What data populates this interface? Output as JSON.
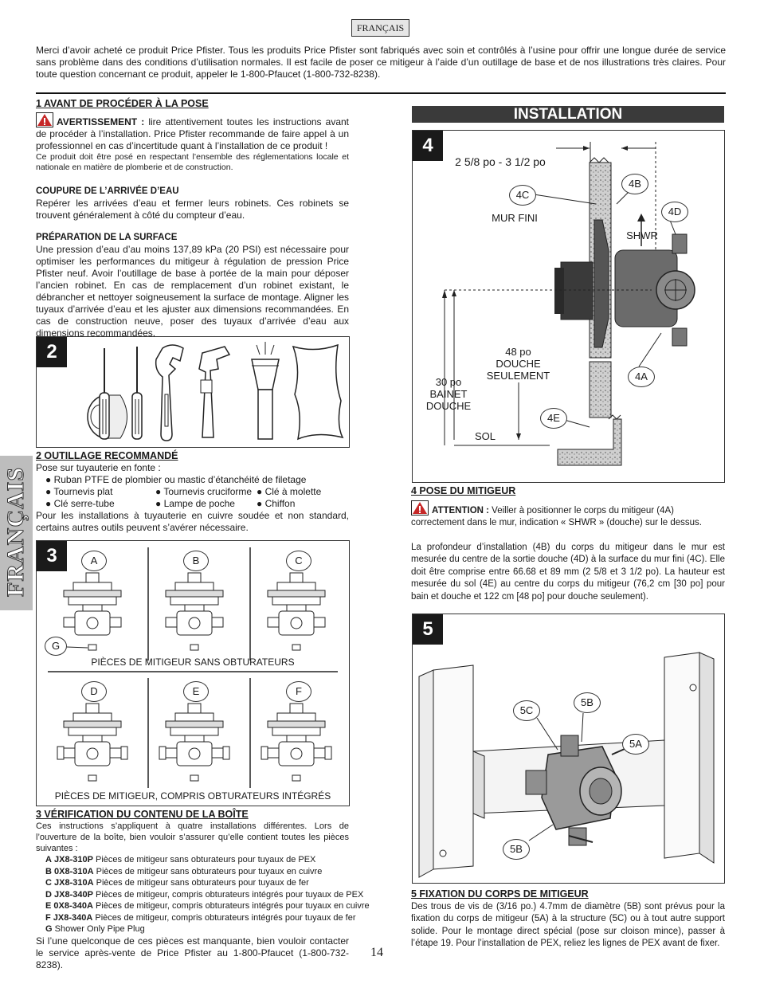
{
  "header": {
    "lang_tab": "FRANÇAIS",
    "intro": "Merci d’avoir acheté ce produit Price Pfister. Tous les produits Price Pfister sont fabriqués avec soin et contrôlés à l’usine pour offrir une longue durée de service sans problème dans des conditions d’utilisation normales. Il est facile de poser ce mitigeur à l’aide d’un outillage de base et de nos illustrations très claires. Pour toute question concernant ce produit, appeler le 1-800-Pfaucet (1-800-732-8238)."
  },
  "sidebar": {
    "label": "FRANÇAIS"
  },
  "section1": {
    "title": "1  AVANT DE PROCÉDER À LA POSE",
    "warning_label": "AVERTISSEMENT :",
    "warning_text": " lire attentivement toutes les instructions avant de procéder à l’installation. Price Pfister recommande de faire appel à un professionnel en cas d’incertitude quant à l’installation de ce produit !",
    "note": "Ce produit doit être posé en respectant l’ensemble des réglementations locale et nationale en matière de plomberie et de construction.",
    "water_title": "COUPURE DE L’ARRIVÉE D’EAU",
    "water_text": "Repérer les arrivées d’eau et fermer leurs robinets. Ces robinets se trouvent généralement à côté du compteur d’eau.",
    "surface_title": "PRÉPARATION DE LA SURFACE",
    "surface_text": "Une pression d’eau d’au moins 137,89 kPa (20 PSI) est nécessaire pour optimiser les performances du mitigeur à régulation de pression Price Pfister neuf. Avoir l’outillage de base à portée de la main pour déposer l’ancien robinet. En cas de remplacement d’un robinet existant, le débrancher et nettoyer soigneusement la surface de montage. Aligner les tuyaux d’arrivée d’eau et les ajuster aux dimensions recommandées. En cas de construction neuve, poser des tuyaux d’arrivée d’eau aux dimensions recommandées."
  },
  "fig2": {
    "number": "2"
  },
  "section2": {
    "title": "2  OUTILLAGE RECOMMANDÉ",
    "intro": "Pose sur tuyauterie en fonte :",
    "tool1": "● Ruban PTFE de plombier ou mastic d’étanchéité de filetage",
    "tool2": "● Tournevis plat",
    "tool3": "● Tournevis cruciforme",
    "tool4": "● Clé  à molette",
    "tool5": "● Clé serre-tube",
    "tool6": "● Lampe de poche",
    "tool7": "● Chiffon",
    "outro": "Pour les installations à tuyauterie en cuivre soudée et non standard, certains autres outils peuvent s’avérer nécessaire."
  },
  "fig3": {
    "number": "3",
    "labels": [
      "A",
      "B",
      "C",
      "D",
      "E",
      "F",
      "G"
    ],
    "caption_top": "PIÈCES DE MITIGEUR SANS OBTURATEURS",
    "caption_bottom": "PIÈCES DE MITIGEUR, COMPRIS OBTURATEURS INTÉGRÉS"
  },
  "section3": {
    "title": "3  VÉRIFICATION DU CONTENU DE LA BOÎTE",
    "intro": "Ces instructions s’appliquent à quatre installations différentes. Lors de l’ouverture de la boîte, bien vouloir s’assurer qu’elle contient toutes les pièces suivantes :",
    "items": [
      {
        "letter": "A",
        "code": "JX8-310P",
        "desc": " Pièces de mitigeur sans obturateurs pour tuyaux de PEX"
      },
      {
        "letter": "B",
        "code": "0X8-310A",
        "desc": " Pièces de mitigeur sans obturateurs pour tuyaux en cuivre"
      },
      {
        "letter": "C",
        "code": "JX8-310A",
        "desc": " Pièces de mitigeur sans obturateurs pour tuyaux de fer"
      },
      {
        "letter": "D",
        "code": "JX8-340P",
        "desc": " Pièces de mitigeur, compris obturateurs intégrés pour tuyaux de PEX"
      },
      {
        "letter": "E",
        "code": "0X8-340A",
        "desc": " Pièces de mitigeur, compris obturateurs intégrés pour tuyaux en cuivre"
      },
      {
        "letter": "F",
        "code": "JX8-340A",
        "desc": " Pièces de mitigeur, compris obturateurs intégrés pour tuyaux de fer"
      },
      {
        "letter": "G",
        "code": "",
        "desc": " Shower Only Pipe Plug"
      }
    ],
    "outro": "Si l’une quelconque de ces pièces est manquante, bien vouloir contacter le service après-vente de Price Pfister au 1-800-Pfaucet (1-800-732-8238)."
  },
  "installation": {
    "title": "INSTALLATION"
  },
  "fig4": {
    "number": "4",
    "depth": "2 5/8 po - 3 1/2 po",
    "wall_label": "MUR FINI",
    "shwr_label": "SHWR",
    "shower_height": "48 po\nDOUCHE\nSEULEMENT",
    "tub_height": "30 po\nBAINET\nDOUCHE",
    "floor_label": "SOL",
    "callouts": [
      "4A",
      "4B",
      "4C",
      "4D",
      "4E"
    ]
  },
  "section4": {
    "title": "4  POSE DU MITIGEUR",
    "attention_label": "ATTENTION :",
    "attention_text": " Veiller à positionner le corps du mitigeur (4A) correctement dans le mur, indication « SHWR » (douche) sur le dessus.",
    "body": "La profondeur d’installation (4B) du corps du mitigeur dans le mur est mesurée du centre de la sortie douche (4D) à la surface du mur fini (4C). Elle doit être comprise entre 66.68 et 89 mm (2 5/8 et 3 1/2 po). La hauteur est mesurée du sol (4E) au centre du corps du mitigeur (76,2 cm [30 po] pour bain et douche et 122 cm [48 po] pour douche seulement)."
  },
  "fig5": {
    "number": "5",
    "callouts": [
      "5A",
      "5B",
      "5C",
      "5B"
    ]
  },
  "section5": {
    "title": "5  FIXATION DU CORPS DE MITIGEUR",
    "body": "Des trous de vis de (3/16 po.) 4.7mm de diamètre (5B) sont prévus pour la fixation du corps de mitigeur (5A) à la structure (5C) ou à tout autre support solide. Pour le montage direct spécial (pose sur cloison mince), passer à l’étape 19. Pour l’installation de PEX, reliez les lignes de PEX avant de fixer."
  },
  "footer": {
    "page": "14"
  }
}
